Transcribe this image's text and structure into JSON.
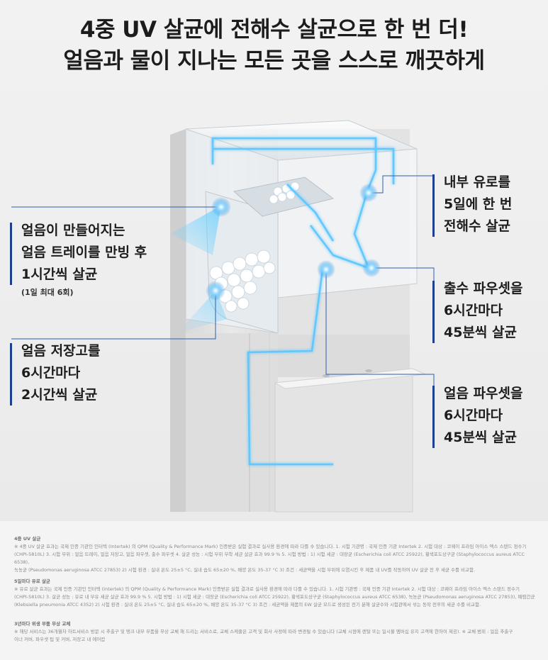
{
  "headline": {
    "line1": "4중 UV 살균에 전해수 살균으로 한 번 더!",
    "line2": "얼음과 물이 지나는 모든 곳을 스스로 깨끗하게"
  },
  "callouts": {
    "ice_tray": {
      "line1": "얼음이 만들어지는",
      "line2": "얼음 트레이를 만빙 후",
      "line3": "1시간씩 살균",
      "note": "(1일 최대 6회)"
    },
    "ice_storage": {
      "line1": "얼음 저장고를",
      "line2": "6시간마다",
      "line3": "2시간씩 살균"
    },
    "internal_flow": {
      "line1": "내부 유로를",
      "line2": "5일에 한 번",
      "line3": "전해수 살균"
    },
    "water_faucet": {
      "line1": "출수 파우셋을",
      "line2": "6시간마다",
      "line3": "45분씩 살균"
    },
    "ice_faucet": {
      "line1": "얼음 파우셋을",
      "line2": "6시간마다",
      "line3": "45분씩 살균"
    }
  },
  "footnotes": {
    "uv": {
      "heading": "4중 UV 살균",
      "text1": "※ 4중 UV 살균 효과는 국제 인증 기관인 인터텍 (Intertek) 의 QPM (Quality & Performance Mark) 인증받은 실험 결과로 실사용 환경에 따라 다를 수 있습니다. 1. 시험 기관명 : 국제 인증 기관 Intertek 2. 시험 대상 : 코웨이 프라임 아이스 엑스 스탠드 정수기",
      "text2": "(CHPI-5810L) 3. 시험 부위 : 얼음 트레이, 얼음 저장고, 얼음 파우셋, 출수 파우셋 4. 살균 성능 : 시험 부위 부착 세균 살균 효과 99.9 % 5. 시험 방법 : 1) 시험 세균 : 대장균 (Escherichia coli ATCC 25922), 황색포도상구균 (Staphylococcus aureus ATCC 6538),",
      "text3": "녹농균 (Pseudomonas aeruginosa ATCC 27853) 2) 시험 환경 : 실내 온도 25±5 °C, 실내 습도 65±20 %, 배양 온도 35-37 °C 3) 조건 : 세균액을 시험 부위에 오염시킨 후 제품 내 UV를 작동하여 UV 살균 전 후 세균 수를 비교함."
    },
    "electrolyzed": {
      "heading": "5일마다 유로 살균",
      "text1": "※ 유로 살균 효과는 국제 인증 기관인 인터텍 (Intertek) 의 QPM (Quality & Performance Mark) 인증받은 실험 결과로 실사용 환경에 따라 다를 수 있습니다. 1. 시험 기관명 : 국제 인증 기관 Intertek 2. 시험 대상 : 코웨이 프라임 아이스 엑스 스탠드 정수기",
      "text2": "(CHPI-5810L) 3. 살균 성능 : 유로 내 부유 세균 살균 효과 99.9 % 5. 시험 방법 : 1) 시험 세균 : 대장균 (Escherichia coli ATCC 25922), 황색포도상구균 (Staphylococcus aureus ATCC 6538), 녹농균 (Pseudomonas aeruginosa ATCC 27853), 폐렴간균",
      "text3": "(Klebsiella pneumonia ATCC 4352) 2) 시험 환경 : 실내 온도 25±5 °C, 실내 습도 65±20 %, 배양 온도 35-37 °C 3) 조건 : 세균액을 제품의 EW 살균 모드로 생성된 전기 분해 살균수와 시험관에서 섞는 동작 전후의 세균 수를 비교함."
    },
    "parts": {
      "heading": "3년마다 위생 부품 무상 교체",
      "text1": "※ 해당 서비스는 36개월차 하트서비스 방문 시 추출구 및 탱크 내부 부품을 무상 교체 해 드리는 서비스로, 교체 스케줄은 고객 및 회사 사정에 따라 변경될 수 있습니다 (교체 시점에 렌탈 또는 일시불 멤버십 유지 고객에 한하여 제공). ※ 교체 범위 : 얼음 추출구",
      "text2": "이너 커버, 파우셋 팁 및 커버, 저장고 내 에어캅"
    }
  },
  "colors": {
    "accent_bar": "#1f3f8f",
    "glow_line": "#5cc6ff",
    "title": "#1c1c1c"
  }
}
